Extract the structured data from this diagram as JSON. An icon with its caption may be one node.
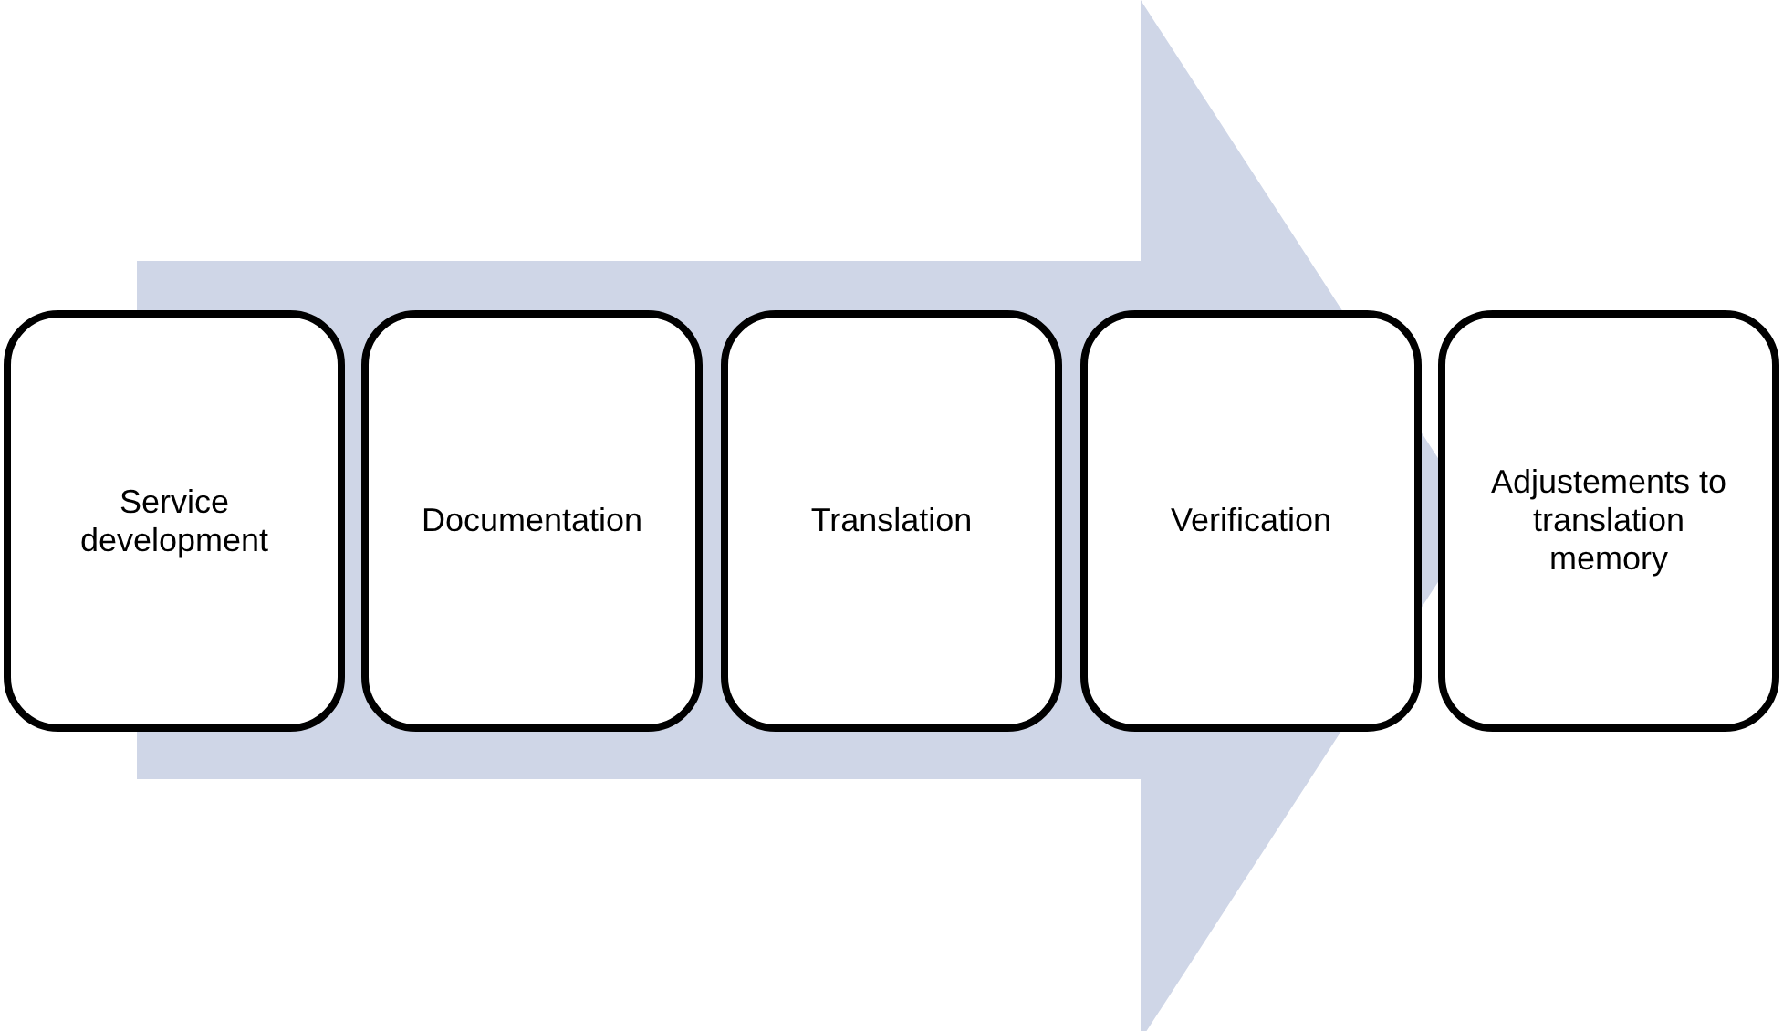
{
  "diagram": {
    "nodes": [
      {
        "text": [
          "Service development"
        ]
      },
      {
        "text": [
          "Documentation"
        ]
      },
      {
        "text": [
          "Translation"
        ]
      },
      {
        "text": [
          "Verification"
        ]
      },
      {
        "text": [
          "Adjustements to translation memory"
        ]
      }
    ],
    "edges": [
      {
        "from": 0,
        "to": 4,
        "arrow": "to",
        "style": "thick"
      }
    ]
  }
}
